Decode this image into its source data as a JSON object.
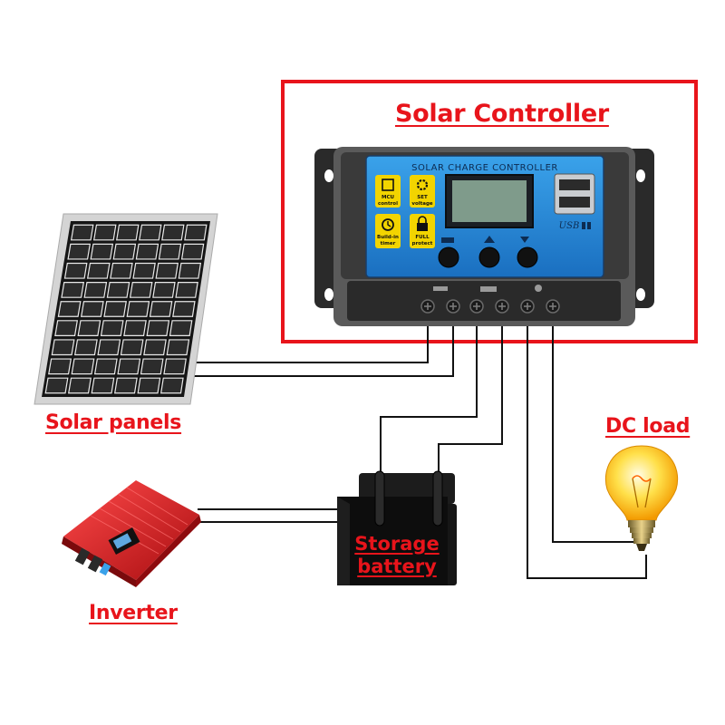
{
  "labels": {
    "controller": "Solar Controller",
    "panels": "Solar panels",
    "dc_load": "DC load",
    "inverter": "Inverter",
    "battery_line1": "Storage",
    "battery_line2": "battery"
  },
  "controller": {
    "title": "SOLAR CHARGE CONTROLLER",
    "feature_mcu": [
      "MCU",
      "control"
    ],
    "feature_set": [
      "SET",
      "voltage"
    ],
    "feature_timer": [
      "Build-in",
      "timer"
    ],
    "feature_full": [
      "FULL",
      "protect"
    ],
    "usb_label": "USB"
  },
  "colors": {
    "label_red": "#e8141b",
    "frame_red": "#e8141b",
    "panel_blue": "#2f8fd8",
    "feature_yellow": "#f2d400",
    "wire": "#111111"
  }
}
